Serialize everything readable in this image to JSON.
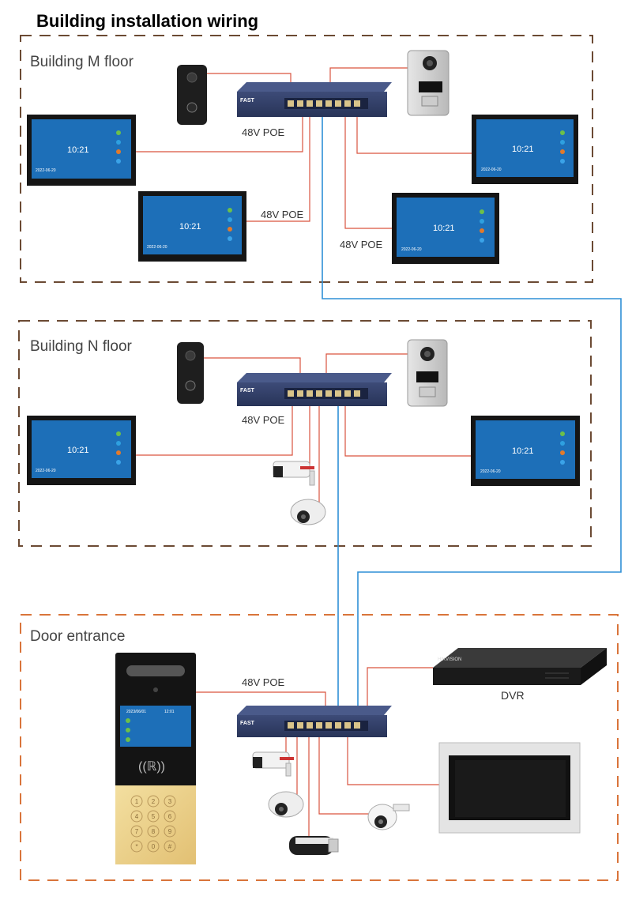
{
  "title": "Building installation wiring",
  "zones": {
    "m": {
      "label": "Building M floor"
    },
    "n": {
      "label": "Building N floor"
    },
    "door": {
      "label": "Door entrance"
    }
  },
  "poe_label": "48V POE",
  "dvr_label": "DVR",
  "monitor_time": "10:21",
  "monitor_date": "2022-06-20",
  "switch_brand": "FAST",
  "panel_date": "2023/06/01",
  "panel_time": "12:01",
  "dvr_brand": "HIKVISION",
  "keypad_keys": [
    "1",
    "2",
    "3",
    "4",
    "5",
    "6",
    "7",
    "8",
    "9",
    "*",
    "0",
    "#"
  ],
  "colors": {
    "zone_m_border": "#6b4a33",
    "zone_n_border": "#6b4a33",
    "zone_door_border": "#d9743a",
    "power_wire": "#d9533f",
    "network_wire": "#2f8fd6",
    "switch_body": "#2f3d66",
    "monitor_screen": "#1d6fb8"
  }
}
